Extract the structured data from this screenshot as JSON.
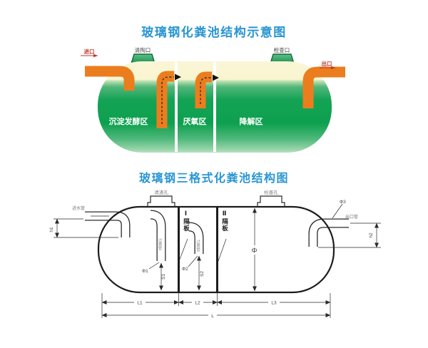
{
  "d1": {
    "title": "玻璃钢化粪池结构示意图",
    "labels": {
      "inlet": "进口",
      "outlet": "出口",
      "clean_port": "清掏口",
      "inspect_port": "检查口",
      "zone1": "沉淀发酵区",
      "zone2": "厌氧区",
      "zone3": "降解区"
    }
  },
  "d2": {
    "title": "玻璃钢三格式化粪池结构图",
    "labels": {
      "inlet_pipe": "进水管",
      "outlet_pipe": "出口管",
      "slag_hole": "清渣孔",
      "inspect_hole": "检查孔",
      "partition1": "Ⅰ隔板",
      "partition2": "Ⅱ隔板",
      "cross_pipe": "过粪管"
    },
    "dims": {
      "h1": "h1",
      "h2": "h2",
      "s1": "S1",
      "s2": "S2",
      "phi": "Φ",
      "phi1": "Φ1",
      "phi2": "Φ2",
      "phi3": "Φ3",
      "l1": "L1",
      "l2": "L2",
      "l3": "L3",
      "l": "L"
    }
  },
  "colors": {
    "title_blue": "#2a96d2",
    "pipe_orange": "#ec7d1e",
    "tank_cream": "#f9f5d2",
    "tank_green": "#0ea050",
    "cap_green": "#35ad68",
    "label_red": "#c0392b",
    "line_dark": "#2a2a2a"
  }
}
